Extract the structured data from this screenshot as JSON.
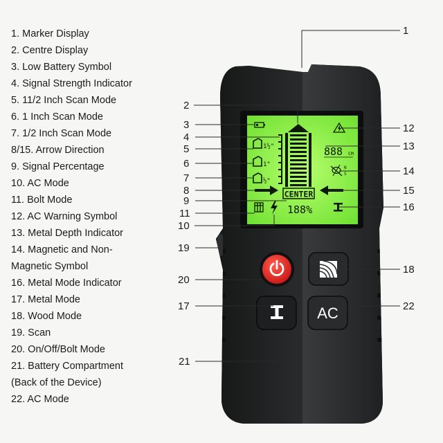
{
  "legend": [
    "1. Marker Display",
    "2. Centre Display",
    "3. Low Battery Symbol",
    "4. Signal Strength Indicator",
    "5. 11/2 Inch Scan Mode",
    "6. 1 Inch Scan Mode",
    "7. 1/2 Inch Scan Mode",
    "8/15. Arrow Direction",
    "9. Signal Percentage",
    "10. AC Mode",
    "11. Bolt Mode",
    "12. AC Warning Symbol",
    "13. Metal Depth Indicator",
    "14. Magnetic and Non-",
    "Magnetic Symbol",
    "16. Metal Mode Indicator",
    "17. Metal Mode",
    "18. Wood Mode",
    "19. Scan",
    "20. On/Off/Bolt Mode",
    "21. Battery Compartment",
    "(Back of the Device)",
    "22. AC Mode"
  ],
  "callouts": {
    "c1": "1",
    "c2": "2",
    "c3": "3",
    "c4": "4",
    "c5": "5",
    "c6": "6",
    "c7": "7",
    "c8": "8",
    "c9": "9",
    "c10": "10",
    "c11": "11",
    "c12": "12",
    "c13": "13",
    "c14": "14",
    "c15": "15",
    "c16": "16",
    "c17": "17",
    "c18": "18",
    "c19": "19",
    "c20": "20",
    "c21": "21",
    "c22": "22"
  },
  "lcd": {
    "center_label": "CENTER",
    "depth_digits": "888",
    "depth_unit": "CM",
    "signal_percent": "188%",
    "mode_15": "1½\"",
    "mode_1": "1\"",
    "mode_05": "½\"",
    "magnetic_n": "N",
    "magnetic_s": "S"
  },
  "device": {
    "ac_button_label": "AC",
    "metal_button_glyph": "I"
  },
  "colors": {
    "lcd_green": "#8cf04a",
    "power_red": "#e12a2a",
    "body_dark": "#1f2021"
  }
}
